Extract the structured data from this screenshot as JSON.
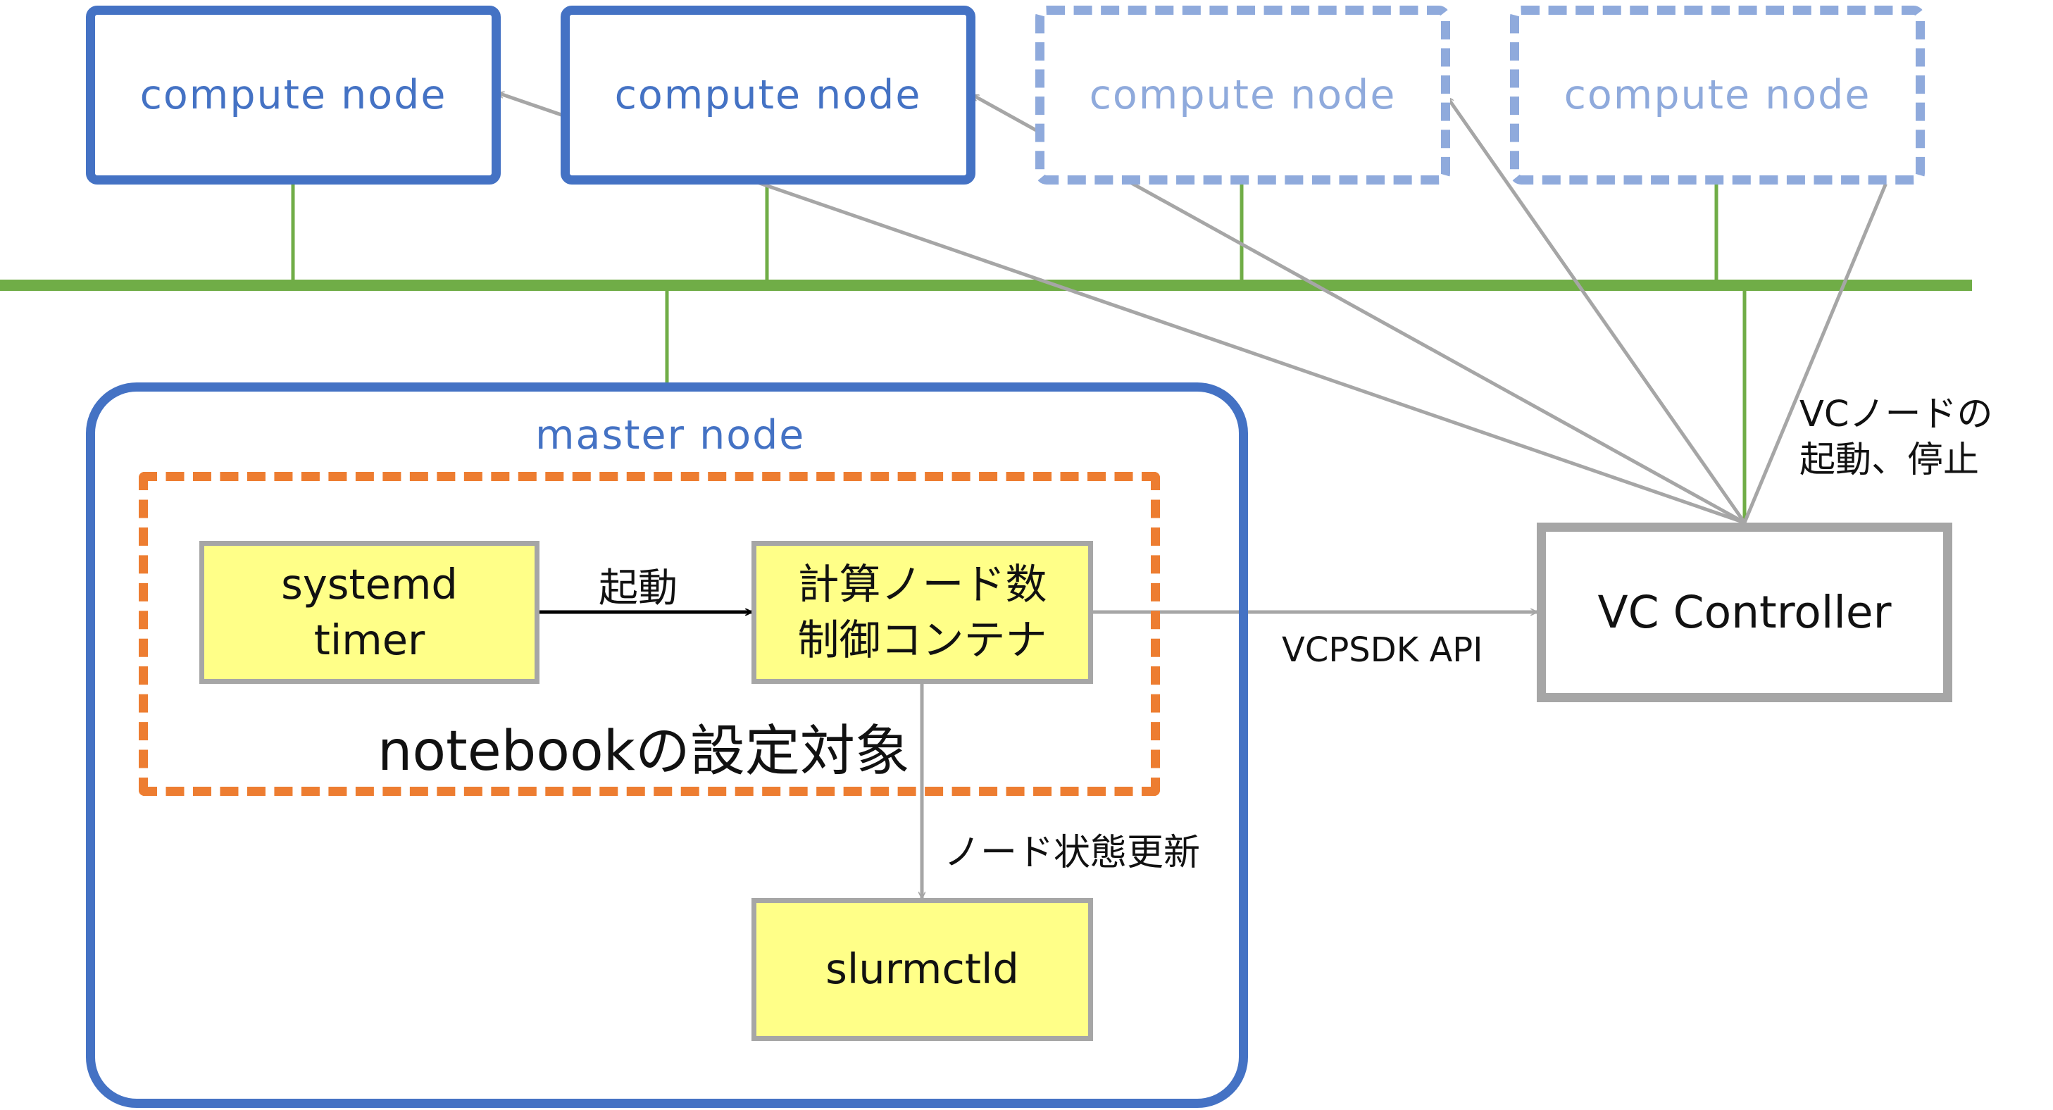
{
  "compute_nodes": [
    {
      "label": "compute node",
      "state": "active"
    },
    {
      "label": "compute node",
      "state": "active"
    },
    {
      "label": "compute node",
      "state": "inactive"
    },
    {
      "label": "compute node",
      "state": "inactive"
    }
  ],
  "master_node": {
    "label": "master node"
  },
  "notebook_target": {
    "label": "notebookの設定対象"
  },
  "systemd_timer": {
    "label": "systemd\ntimer"
  },
  "control_container": {
    "label": "計算ノード数\n制御コンテナ"
  },
  "slurmctld": {
    "label": "slurmctld"
  },
  "vc_controller": {
    "label": "VC Controller"
  },
  "edges": {
    "start": "起動",
    "node_state_update": "ノード状態更新",
    "vcpsdk_api": "VCPSDK API",
    "vc_node_start_stop": "VCノードの\n起動、停止"
  },
  "colors": {
    "network": "#70ad47",
    "node_active": "#4472c4",
    "node_inactive": "#8faadc",
    "notebook_scope": "#ed7d31",
    "component_fill": "#ffff88",
    "arrow_gray": "#a6a6a6"
  }
}
